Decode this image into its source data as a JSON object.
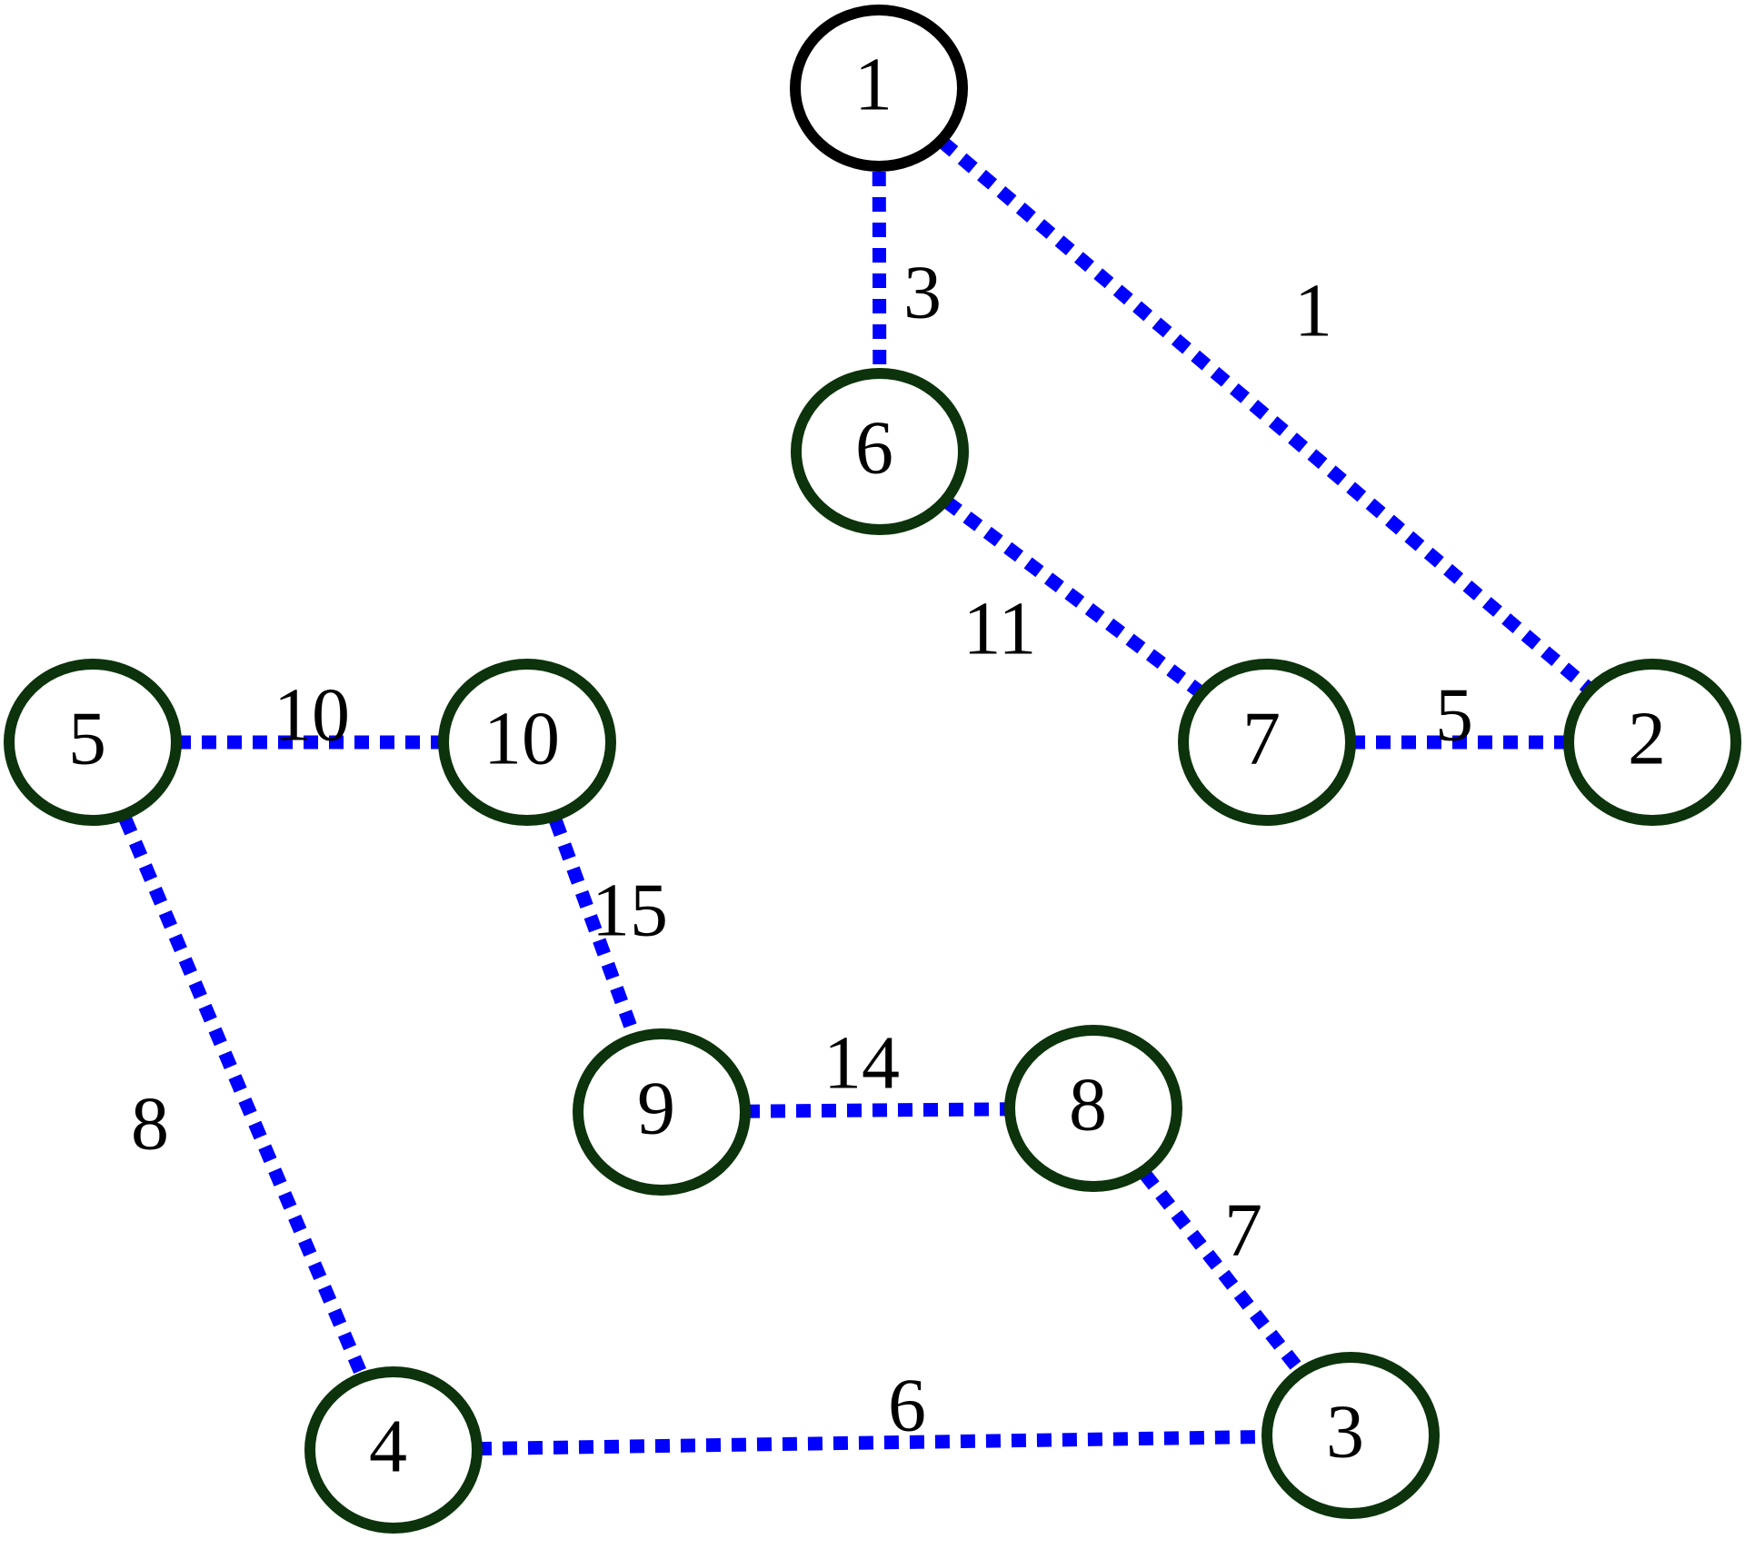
{
  "colors": {
    "edge": "#0000ff",
    "start_node_border": "#000000",
    "node_border": "#0c330c",
    "text": "#000000"
  },
  "nodes": [
    {
      "id": "1",
      "label": "1",
      "start": true
    },
    {
      "id": "6",
      "label": "6"
    },
    {
      "id": "7",
      "label": "7"
    },
    {
      "id": "2",
      "label": "2"
    },
    {
      "id": "5",
      "label": "5"
    },
    {
      "id": "10",
      "label": "10"
    },
    {
      "id": "9",
      "label": "9"
    },
    {
      "id": "8",
      "label": "8"
    },
    {
      "id": "4",
      "label": "4"
    },
    {
      "id": "3",
      "label": "3"
    }
  ],
  "edges": [
    {
      "from": "1",
      "to": "6",
      "weight": "3"
    },
    {
      "from": "1",
      "to": "2",
      "weight": "1"
    },
    {
      "from": "6",
      "to": "7",
      "weight": "11"
    },
    {
      "from": "7",
      "to": "2",
      "weight": "5"
    },
    {
      "from": "5",
      "to": "10",
      "weight": "10"
    },
    {
      "from": "10",
      "to": "9",
      "weight": "15"
    },
    {
      "from": "5",
      "to": "4",
      "weight": "8"
    },
    {
      "from": "9",
      "to": "8",
      "weight": "14"
    },
    {
      "from": "8",
      "to": "3",
      "weight": "7"
    },
    {
      "from": "4",
      "to": "3",
      "weight": "6"
    }
  ]
}
